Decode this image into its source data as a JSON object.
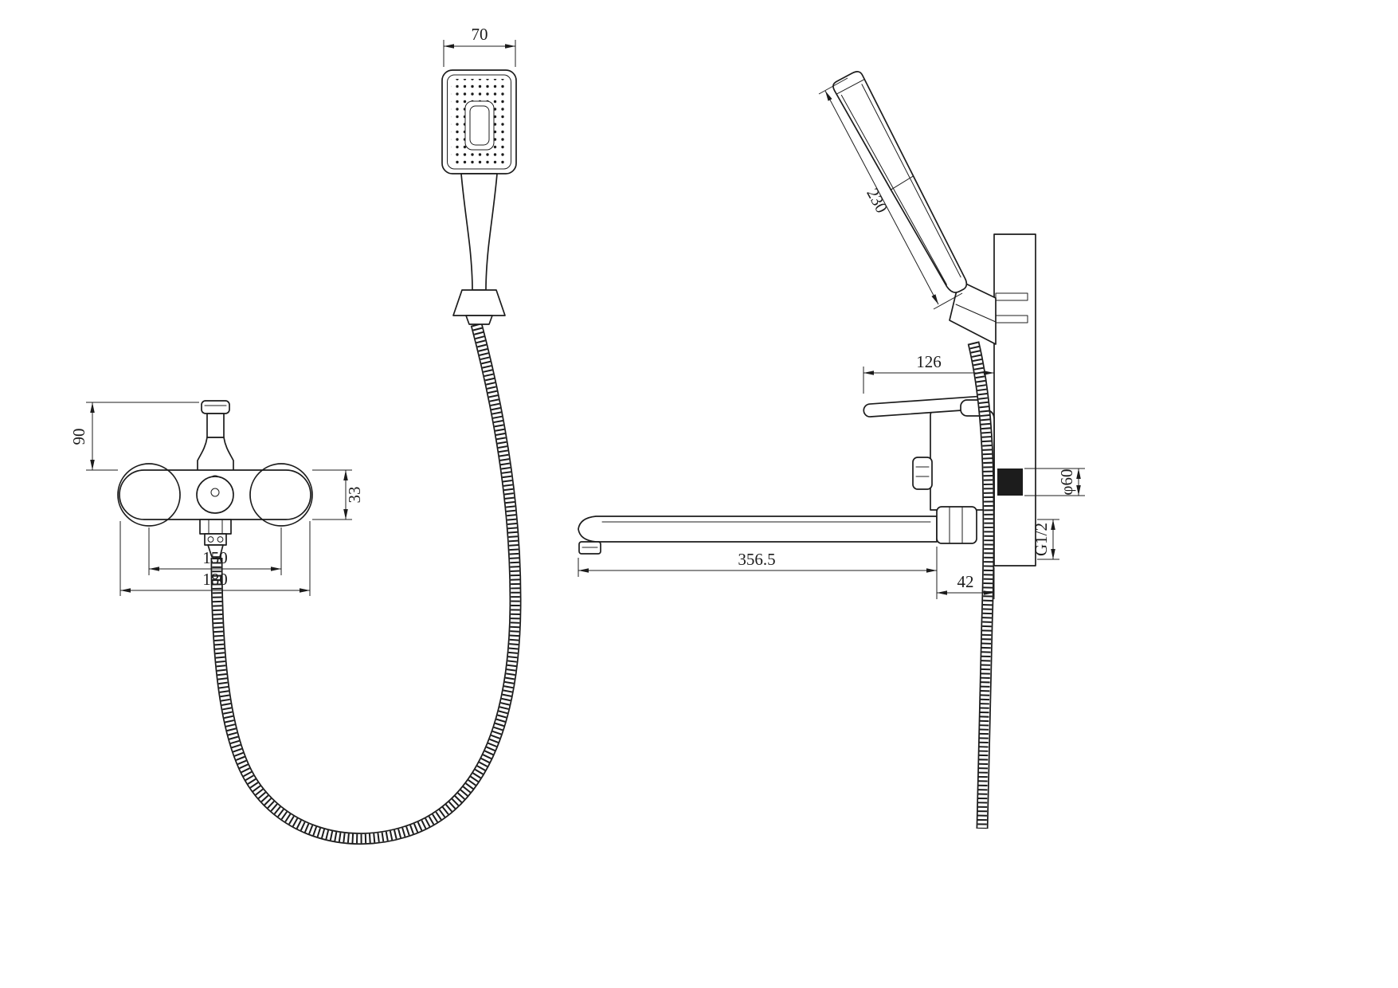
{
  "drawing": {
    "title": "shower-mixer-technical-drawing",
    "background": "#ffffff",
    "line_color": "#1c1c1c",
    "front_view": {
      "name": "front view - wall mounted mixer with hand shower",
      "dim_head_width": "70",
      "dim_height_90": "90",
      "dim_body_33": "33",
      "dim_centers_150": "150",
      "dim_width_180": "180"
    },
    "side_view": {
      "name": "side view - mixer on wall with long spout",
      "dim_head_length": "230",
      "dim_handle_126": "126",
      "dim_spout_356": "356.5",
      "dim_wall_42": "42",
      "dim_hole_dia": "φ60",
      "dim_thread": "G1/2"
    }
  }
}
